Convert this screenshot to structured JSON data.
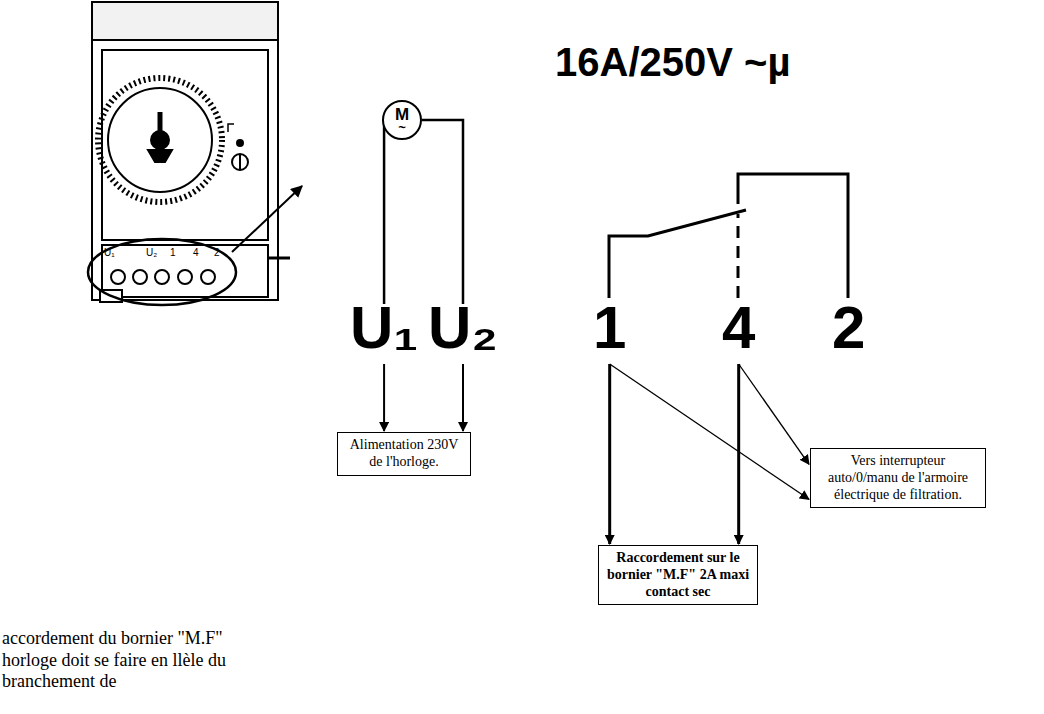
{
  "diagram": {
    "nodes": [
      {
        "text": [
          "M",
          "~"
        ]
      },
      {
        "text": [
          "U₁"
        ]
      },
      {
        "text": [
          "U₂"
        ]
      },
      {
        "text": [
          "1"
        ]
      },
      {
        "text": [
          "4"
        ]
      },
      {
        "text": [
          "2"
        ]
      },
      {
        "text": [
          "Alimentation 230V de l'horloge."
        ]
      },
      {
        "text": [
          "Vers interrupteur auto/0/manu de l'armoire électrique de filtration."
        ]
      },
      {
        "text": [
          "Raccordement sur le bornier \"M.F\" 2A maxi contact sec"
        ]
      }
    ],
    "edges": [
      {
        "from": 0,
        "to": 1,
        "arrow": "none"
      },
      {
        "from": 0,
        "to": 2,
        "arrow": "none"
      },
      {
        "from": 1,
        "to": 6,
        "arrow": "to"
      },
      {
        "from": 2,
        "to": 6,
        "arrow": "to"
      },
      {
        "from": 3,
        "to": 8,
        "arrow": "to"
      },
      {
        "from": 4,
        "to": 8,
        "arrow": "to"
      },
      {
        "from": 3,
        "to": 7,
        "arrow": "to"
      },
      {
        "from": 4,
        "to": 7,
        "arrow": "to"
      }
    ],
    "labels": [
      "16A/250V ~µ",
      "U₁",
      "U₂",
      "1",
      "4",
      "2",
      "accordement du bornier \"M.F\" horloge doit se faire en llèle du branchement de"
    ]
  }
}
